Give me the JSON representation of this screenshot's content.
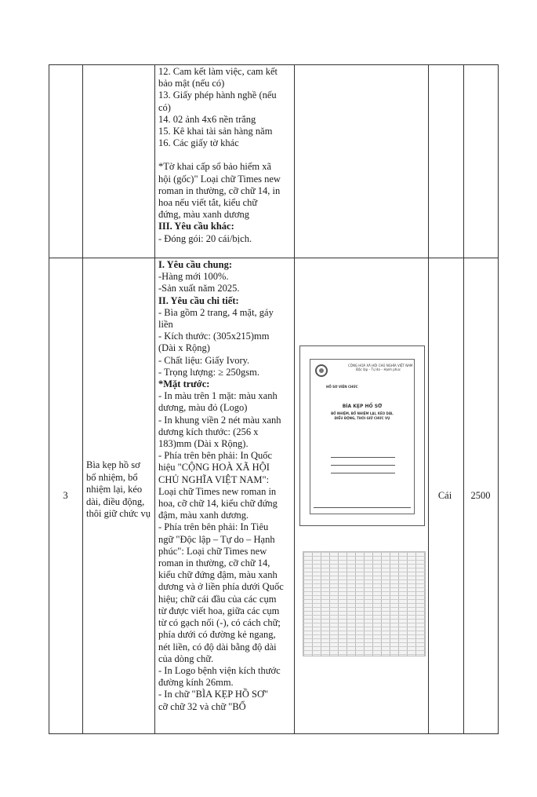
{
  "row_top": {
    "lines": [
      "12. Cam kết làm việc, cam kết",
      "bảo mật (nếu có)",
      "13. Giấy phép hành nghề (nếu",
      "có)",
      "14. 02 ảnh 4x6 nền trắng",
      "15. Kê khai tài sản hàng năm",
      "16. Các giấy tờ khác",
      "",
      "*Tờ khai cấp sổ bảo hiểm xã",
      "hội (gốc)\" Loại chữ Times new",
      "roman in thường, cỡ chữ 14, in",
      "hoa nếu viết tắt, kiểu chữ",
      "đứng, màu xanh dương",
      "III. Yêu cầu khác:",
      "- Đóng gói: 20 cái/bịch."
    ]
  },
  "row3": {
    "stt": "3",
    "name": "Bìa kẹp hồ sơ bổ nhiệm, bổ nhiệm lại, kéo dài, điều động, thôi giữ chức vụ",
    "unit": "Cái",
    "quantity": "2500",
    "lines": [
      "I. Yêu cầu chung:",
      "-Hàng mới 100%.",
      "-Sản xuất năm 2025.",
      "II. Yêu cầu chi tiết:",
      "- Bìa gồm 2 trang, 4 mặt, gáy",
      "liền",
      "- Kích thước: (305x215)mm",
      "(Dài x Rộng)",
      "- Chất liệu: Giấy Ivory.",
      "- Trọng lượng: ≥ 250gsm.",
      "*Mặt trước:",
      "- In màu trên 1 mặt: màu xanh",
      "dương, màu đỏ (Logo)",
      "- In khung viền 2 nét màu xanh",
      "dương kích thước: (256 x",
      "183)mm (Dài x Rộng).",
      "- Phía trên bên phải: In Quốc",
      "hiệu \"CỘNG HOÀ XÃ HỘI",
      "CHỦ NGHĨA VIỆT NAM\":",
      "Loại chữ Times new roman in",
      "hoa, cỡ chữ 14, kiểu chữ đứng",
      "đậm, màu xanh dương.",
      "- Phía trên bên phải: In Tiêu",
      "ngữ \"Độc lập – Tự do – Hạnh",
      "phúc\": Loại chữ Times new",
      "roman in thường, cỡ chữ 14,",
      "kiểu chữ đứng đậm, màu xanh",
      "dương và ở liền phía dưới Quốc",
      "hiệu; chữ cái đầu của các cụm",
      "từ được viết hoa, giữa các cụm",
      "từ có gạch nối (-), có cách chữ;",
      "phía dưới có đường kẻ ngang,",
      "nét liền, có độ dài bằng độ dài",
      "của dòng chữ.",
      "- In Logo bệnh viện kích thước",
      "đường kính 26mm.",
      "- In chữ \"BÌA KẸP HỒ SƠ\"",
      "cỡ chữ 32 và chữ \"BỔ"
    ]
  },
  "sample": {
    "header1": "CỘNG HOÀ XÃ HỘI CHỦ NGHĨA VIỆT NAM",
    "header2": "Độc lập – Tự do – Hạnh phúc",
    "dept": "HỒ SƠ VIÊN CHỨC",
    "title": "BÌA KẸP HỒ SƠ",
    "sub1": "BỔ NHIỆM, BỔ NHIỆM LẠI, KÉO DÀI,",
    "sub2": "ĐIỀU ĐỘNG, THÔI GIỮ CHỨC VỤ"
  }
}
